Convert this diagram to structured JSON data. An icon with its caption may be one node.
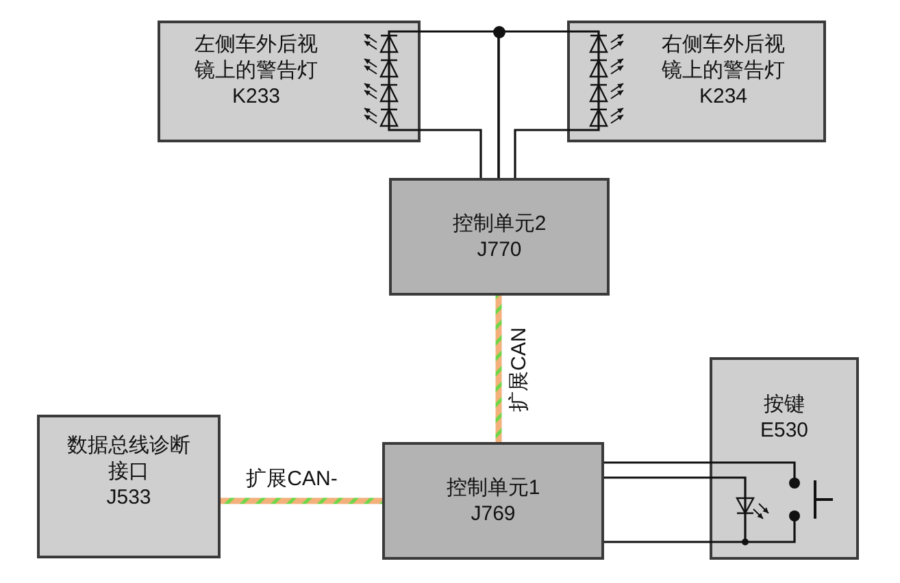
{
  "diagram": {
    "nodes": [
      {
        "text": [
          "左侧车外后视镜上的警告灯",
          "K233"
        ]
      },
      {
        "text": [
          "右侧车外后视镜上的警告灯",
          "K234"
        ]
      },
      {
        "text": [
          "控制单元2",
          "J770"
        ]
      },
      {
        "text": [
          "数据总线诊断接口",
          "J533"
        ]
      },
      {
        "text": [
          "控制单元1",
          "J769"
        ]
      },
      {
        "text": [
          "按键",
          "E530"
        ]
      }
    ],
    "edges": [
      {
        "from": 0,
        "to": 2,
        "arrow": "none"
      },
      {
        "from": 1,
        "to": 2,
        "arrow": "none"
      },
      {
        "from": 0,
        "to": 2,
        "arrow": "none"
      },
      {
        "from": 1,
        "to": 2,
        "arrow": "none"
      },
      {
        "from": 2,
        "to": 4,
        "arrow": "none",
        "label": "扩展CAN",
        "style": "thick",
        "color": "#f4b07a"
      },
      {
        "from": 3,
        "to": 4,
        "arrow": "none",
        "label": "扩展CAN-",
        "style": "thick",
        "color": "#f4b07a"
      },
      {
        "from": 4,
        "to": 5,
        "arrow": "none"
      },
      {
        "from": 4,
        "to": 5,
        "arrow": "none"
      },
      {
        "from": 4,
        "to": 5,
        "arrow": "none"
      }
    ]
  }
}
